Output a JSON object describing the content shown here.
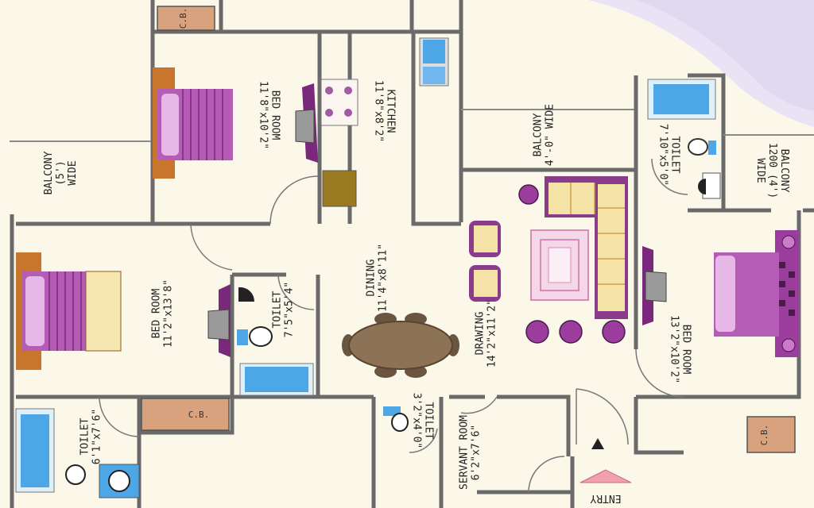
{
  "colors": {
    "background": "#fbf8ea",
    "wall": "#6a6a6a",
    "bed_purple": "#9a3d9c",
    "bed_headboard": "#c8752e",
    "cupboard": "#d9a27e",
    "fixture_blue": "#4da6e6",
    "furniture_wood": "#8c7355",
    "sofa_cushion": "#f5e2a6",
    "swirl": "#e8e4f5",
    "entry_arrow": "#f2a0b0"
  },
  "rooms": {
    "bedroom_top": "BED ROOM\n11'8\"x10'2\"",
    "kitchen": "KITCHEN\n11'8\"x8'2\"",
    "balcony_left": "BALCONY\n(5')\nWIDE",
    "balcony_center": "BALCONY\n4'-0\" WIDE",
    "toilet_top_right": "TOILET\n7'10\"x5'0\"",
    "balcony_right": "BALCONY\n1200 (4')\nWIDE",
    "bedroom_left": "BED ROOM\n11'2\"x13'8\"",
    "toilet_center": "TOILET\n7'5\"x5'4\"",
    "dining": "DINING\n11'4\"x8'11\"",
    "drawing": "DRAWING\n14'2\"x11'2\"",
    "bedroom_right": "BED ROOM\n13'2\"x10'2\"",
    "toilet_bottom_left": "TOILET\n6'1\"x7'6\"",
    "toilet_small": "TOILET\n3'2\"x4'0\"",
    "servant_room": "SERVANT ROOM\n6'2\"x7'6\""
  },
  "cupboards": {
    "top": "C.B.",
    "left": "C.B.",
    "right": "C.B."
  },
  "entry": "ENTRY"
}
